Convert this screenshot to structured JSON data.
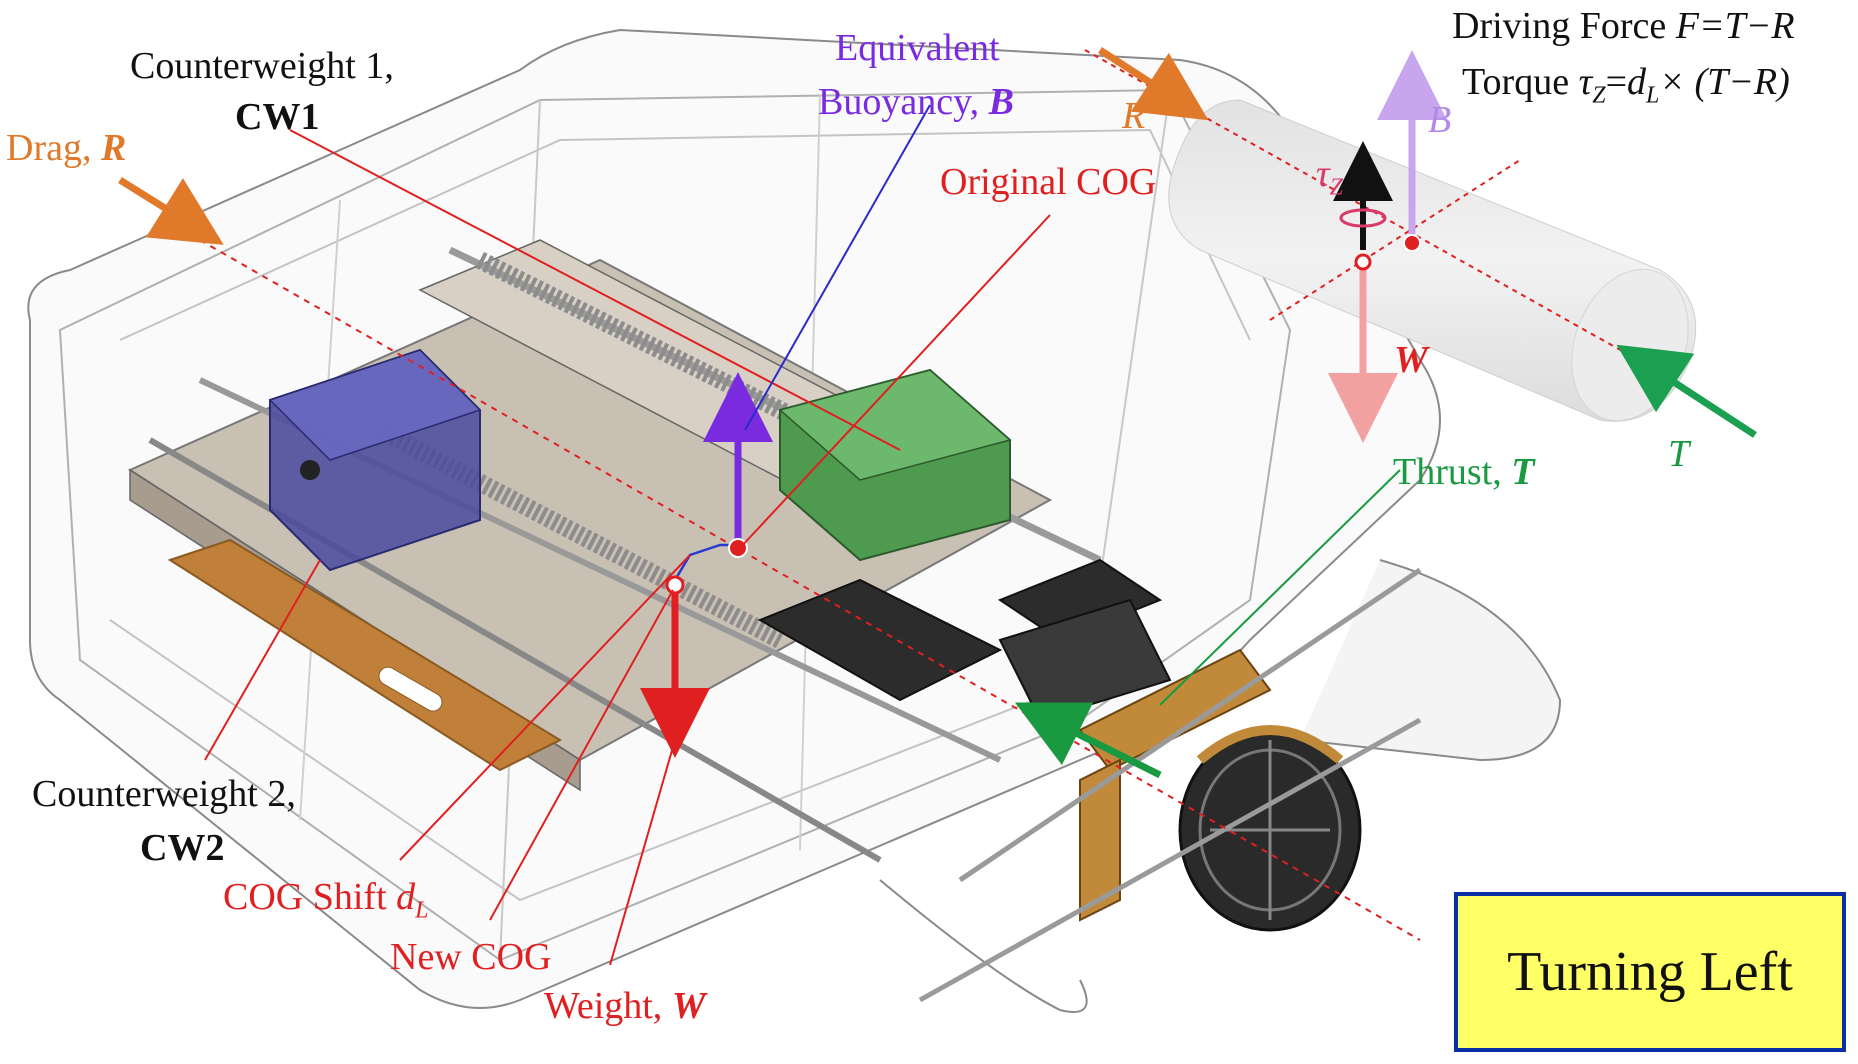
{
  "labels": {
    "cw1_line1": "Counterweight 1,",
    "cw1_line2": "CW1",
    "drag_prefix": "Drag, ",
    "drag_symbol": "R",
    "buoyancy_line1": "Equivalent",
    "buoyancy_line2_prefix": "Buoyancy, ",
    "buoyancy_symbol": "B",
    "original_cog": "Original COG",
    "thrust_prefix": "Thrust, ",
    "thrust_symbol": "T",
    "cw2_line1": "Counterweight 2,",
    "cw2_line2": "CW2",
    "cog_shift_prefix": "COG Shift ",
    "cog_shift_symbol": "d",
    "cog_shift_sub": "L",
    "new_cog": "New COG",
    "weight_prefix": "Weight, ",
    "weight_symbol": "W"
  },
  "inset": {
    "driving_force_prefix": "Driving Force ",
    "driving_force_expr": "F=T−R",
    "torque_prefix": "Torque ",
    "torque_tau": "τ",
    "torque_tau_sub": "Z",
    "torque_eq": "=",
    "torque_d": "d",
    "torque_d_sub": "L",
    "torque_rest": "× (T−R)",
    "r_label": "R",
    "b_label": "B",
    "w_label": "W",
    "t_label": "T",
    "tau_label": "τ",
    "tau_sub": "Z"
  },
  "status": "Turning Left",
  "colors": {
    "drag": "#e07a2a",
    "buoyancy": "#7a2be0",
    "weight": "#e02020",
    "thrust": "#1a9a40",
    "counterweight1": "#3a8a3a",
    "counterweight2": "#4a4aa0",
    "status_fill": "#ffff66",
    "status_border": "#0b2ea8"
  }
}
